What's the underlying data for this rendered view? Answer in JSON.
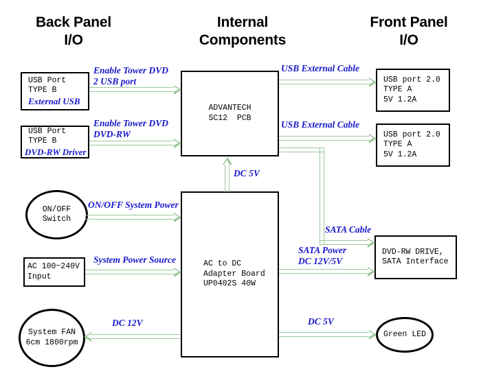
{
  "headings": {
    "back_panel": "Back Panel\nI/O",
    "internal": "Internal\nComponents",
    "front_panel": "Front Panel\nI/O"
  },
  "nodes": {
    "usb_port_b_external": {
      "line1": "USB Port",
      "line2": "TYPE B",
      "sub": "External USB"
    },
    "usb_port_b_dvdrw": {
      "line1": "USB Port",
      "line2": "TYPE B",
      "sub": "DVD-RW Driver"
    },
    "onoff_switch": {
      "line1": "ON/OFF",
      "line2": "Switch"
    },
    "ac_input": {
      "line1": "AC 100~240V",
      "line2": "Input"
    },
    "system_fan": {
      "line1": "System FAN",
      "line2": "6cm 1800rpm"
    },
    "advantech_pcb": {
      "line1": "ADVANTECH",
      "line2": "SC12  PCB"
    },
    "ac_dc_board": {
      "line1": "AC to DC",
      "line2": "Adapter Board",
      "line3": "UP0402S 40W"
    },
    "usb_port_a_top": {
      "line1": "USB port 2.0",
      "line2": "TYPE A",
      "line3": "5V 1.2A"
    },
    "usb_port_a_bottom": {
      "line1": "USB port 2.0",
      "line2": "TYPE A",
      "line3": "5V 1.2A"
    },
    "dvdrw_drive": {
      "line1": "DVD-RW DRIVE,",
      "line2": "SATA Interface"
    },
    "green_led": {
      "line1": "Green LED"
    }
  },
  "edges": {
    "enable_tower_dvd_2usb": "Enable Tower DVD\n2 USB port",
    "enable_tower_dvd_dvdrw": "Enable Tower DVD\nDVD-RW",
    "onoff_system_power": "ON/OFF System Power",
    "system_power_source": "System Power Source",
    "dc_12v_fan": "DC 12V",
    "dc_5v_pcb": "DC 5V",
    "usb_external_cable_top": "USB External Cable",
    "usb_external_cable_bottom": "USB External Cable",
    "sata_cable": "SATA Cable",
    "sata_power": "SATA Power\nDC 12V/5V",
    "dc_5v_led": "DC 5V"
  },
  "colors": {
    "connector": "#9bc79b",
    "label_text": "#1919cc",
    "node_border": "#000000",
    "background": "#ffffff"
  }
}
